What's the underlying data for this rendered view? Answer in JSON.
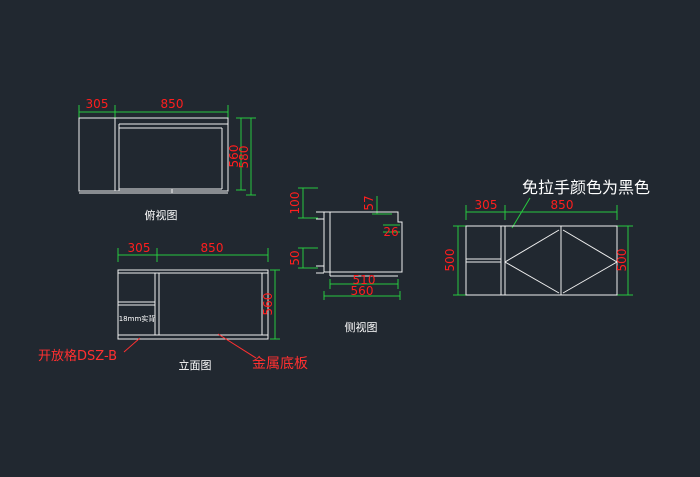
{
  "colors": {
    "background": "#212830",
    "outline": "#f0f0f0",
    "dimension_line": "#27c93f",
    "dimension_text": "#ff1e1e",
    "leader": "#ff3030",
    "label": "#ffffff"
  },
  "top_view": {
    "dim_left": "305",
    "dim_right": "850",
    "dim_height_inner": "560",
    "dim_height_outer": "580",
    "caption": "俯视图"
  },
  "front_view": {
    "dim_left": "305",
    "dim_right": "850",
    "dim_height": "560",
    "inner_label": "18mm实背",
    "caption": "立面图",
    "note_left": "开放格DSZ-B",
    "note_right": "金属底板"
  },
  "side_view": {
    "dim_top_left": "100",
    "dim_bottom_left": "50",
    "dim_top_right": "57",
    "dim_mid_right": "26",
    "dim_bottom_inner": "510",
    "dim_bottom_outer": "560",
    "caption": "侧视图"
  },
  "right_view": {
    "title": "免拉手颜色为黑色",
    "dim_left": "305",
    "dim_right": "850",
    "dim_height_left": "500",
    "dim_height_right": "500"
  }
}
